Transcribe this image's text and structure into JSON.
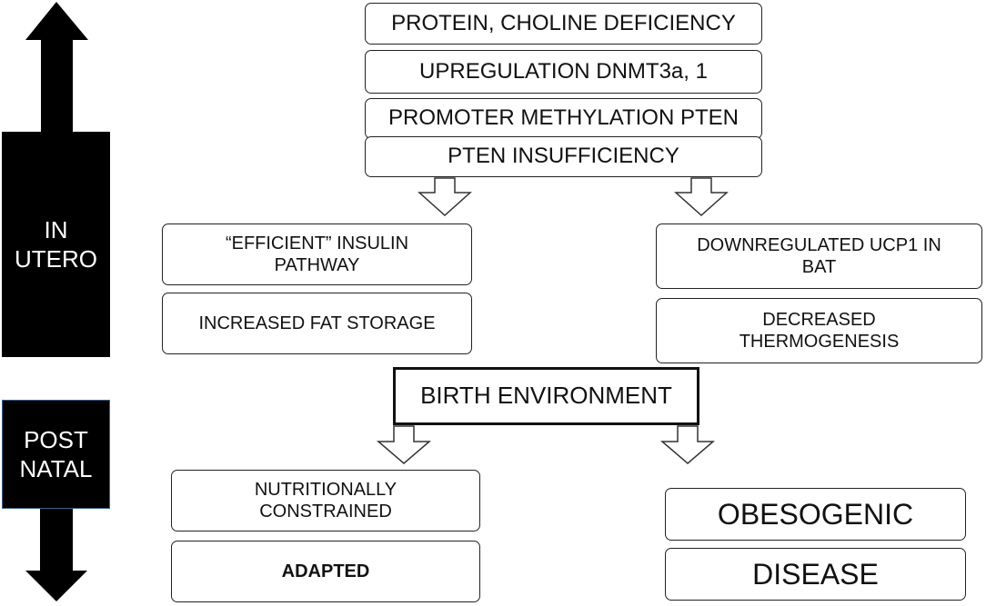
{
  "side": {
    "in_utero": [
      "IN",
      "UTERO"
    ],
    "post_natal": [
      "POST",
      "NATAL"
    ]
  },
  "chain": [
    "PROTEIN, CHOLINE DEFICIENCY",
    "UPREGULATION DNMT3a, 1",
    "PROMOTER METHYLATION PTEN",
    "PTEN INSUFFICIENCY"
  ],
  "left_branch": [
    "“EFFICIENT” INSULIN PATHWAY",
    "INCREASED FAT STORAGE"
  ],
  "right_branch": [
    "DOWNREGULATED UCP1 IN BAT",
    "DECREASED THERMOGENESIS"
  ],
  "birth": "BIRTH ENVIRONMENT",
  "outcome_left": [
    "NUTRITIONALLY CONSTRAINED",
    "ADAPTED"
  ],
  "outcome_right": [
    "OBESOGENIC",
    "DISEASE"
  ]
}
